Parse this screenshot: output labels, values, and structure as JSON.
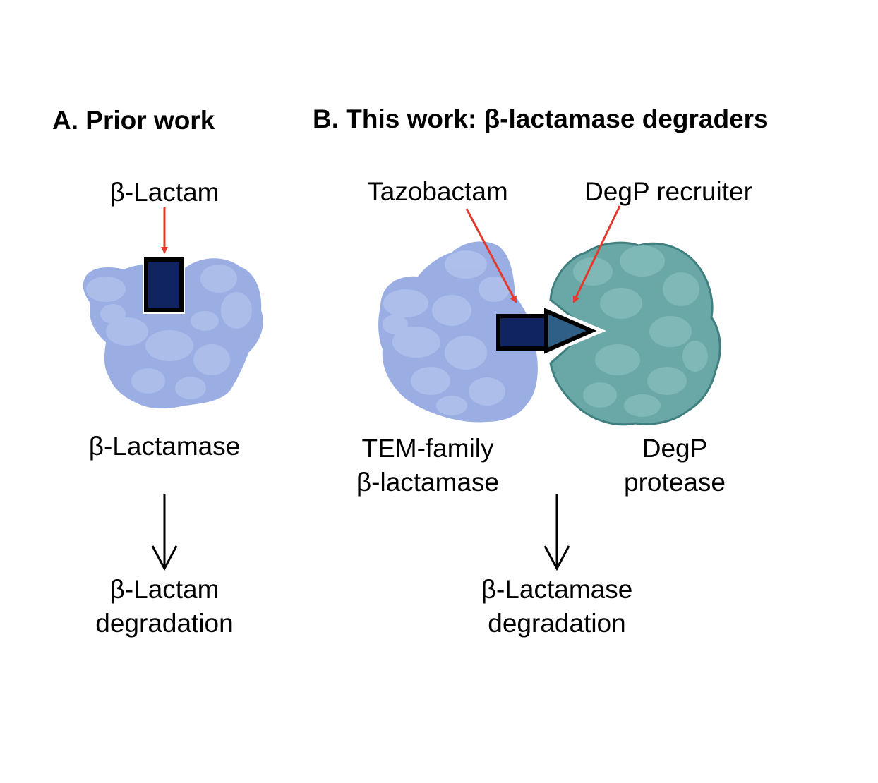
{
  "panel_a": {
    "heading": "A. Prior work",
    "ligand_label": "β-Lactam",
    "enzyme_label": "β-Lactamase",
    "outcome_line1": "β-Lactam",
    "outcome_line2": "degradation"
  },
  "panel_b": {
    "heading": "B. This work: β-lactamase degraders",
    "inhibitor_label": "Tazobactam",
    "recruiter_label": "DegP recruiter",
    "target_line1": "TEM-family",
    "target_line2": "β-lactamase",
    "protease_line1": "DegP",
    "protease_line2": "protease",
    "outcome_line1": "β-Lactamase",
    "outcome_line2": "degradation"
  },
  "colors": {
    "lactamase_fill": "#9aaee3",
    "lactamase_blob": "#b3c3ec",
    "protease_fill": "#6aa8a8",
    "protease_blob": "#88c0bd",
    "protease_stroke": "#3f7f7f",
    "ligand_fill": "#0f2460",
    "recruiter_fill": "#2f5f86",
    "pointer_arrow": "#e23b2e",
    "flow_arrow": "#000000"
  }
}
